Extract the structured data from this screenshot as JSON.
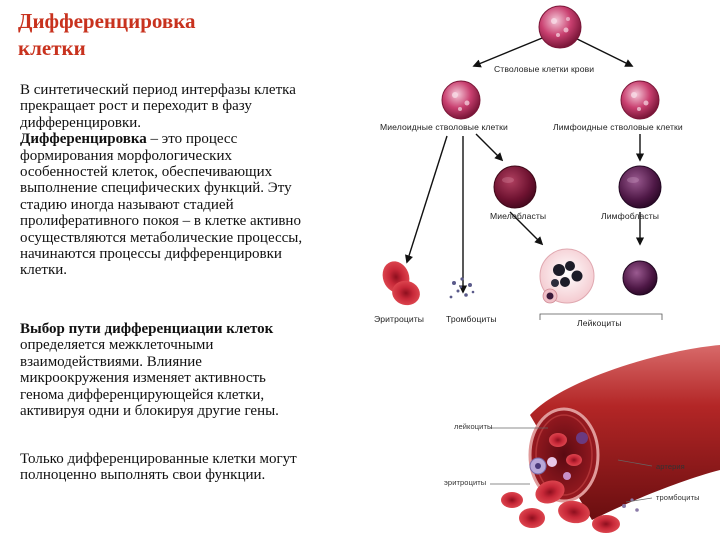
{
  "slide": {
    "title_line1": "Дифференцировка",
    "title_line2": "клетки",
    "p1": {
      "l1": " В синтетический период интерфазы клетка",
      "l2": "прекращает рост и переходит в фазу",
      "l3": "дифференцировки.",
      "l4_bold": " Дифференцировка",
      "l4_rest": " – это процесс",
      "l5": "формирования морфологических",
      "l6": "особенностей клеток, обеспечивающих",
      "l7": "выполнение специфических функций. Эту",
      "l8": "стадию иногда называют стадией",
      "l9": "пролиферативного покоя – в клетке активно",
      "l10": "осуществляются метаболические процессы,",
      "l11": "начинаются процессы дифференцировки",
      "l12": "клетки."
    },
    "p2": {
      "l1_bold": "Выбор пути дифференциации клеток",
      "l2": "определяется межклеточными",
      "l3": "взаимодействиями. Влияние",
      "l4": "микроокружения изменяет активность",
      "l5": "генома дифференцирующейся клетки,",
      "l6": "активируя одни и блокируя другие гены."
    },
    "p3": {
      "l1": "Только дифференцированные клетки могут",
      "l2": "полноценно выполнять свои функции."
    }
  },
  "diagram": {
    "stem": "Стволовые клетки крови",
    "myeloid_stem": "Миелоидные стволовые клетки",
    "lymphoid_stem": "Лимфоидные стволовые клетки",
    "myeloblasts": "Миелобласты",
    "lymphoblasts": "Лимфобласты",
    "erythrocytes": "Эритроциты",
    "platelets": "Тромбоциты",
    "leukocytes": "Лейкоциты"
  },
  "vessel": {
    "leukocytes": "лейкоциты",
    "artery": "артерия",
    "erythrocytes": "эритроциты",
    "platelets": "тромбоциты"
  },
  "colors": {
    "title": "#c8321e",
    "cell_red": "#c0283a",
    "blast_purple": "#5a1e4a",
    "arrow": "#111111"
  }
}
